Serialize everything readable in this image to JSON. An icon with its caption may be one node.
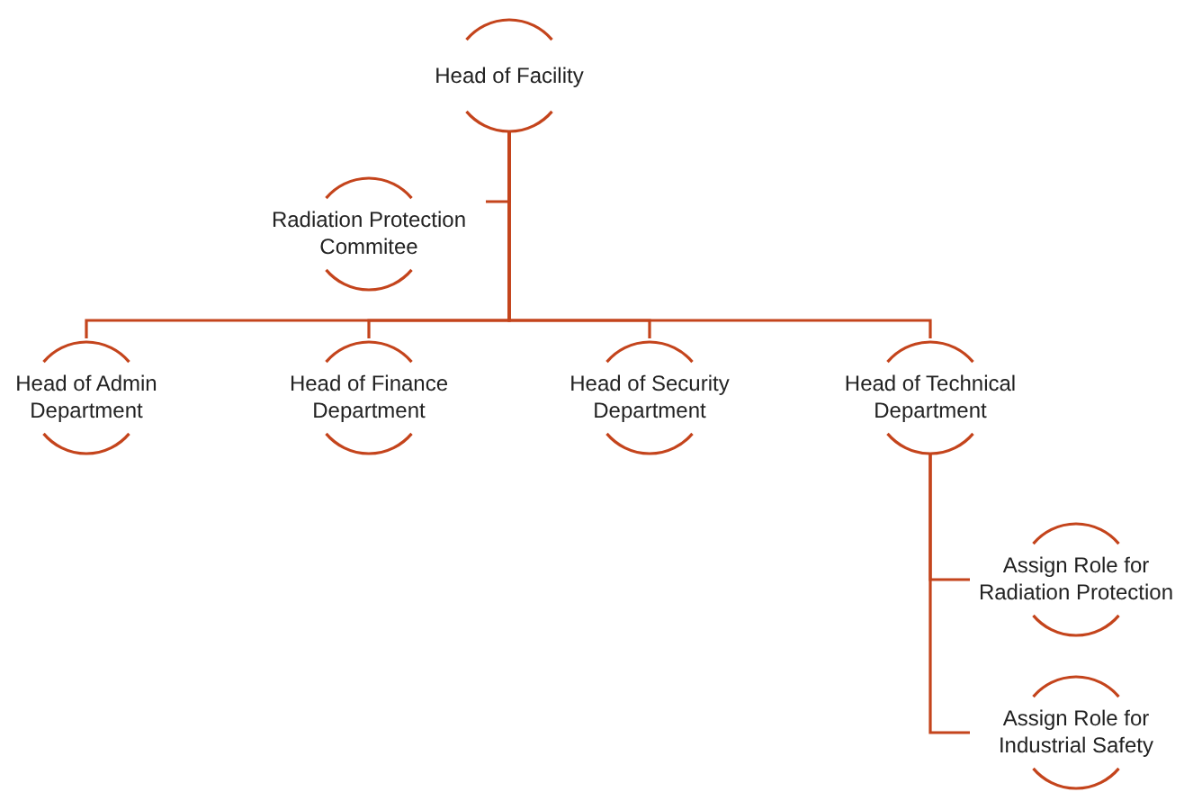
{
  "diagram": {
    "nodes": [
      {
        "text": [
          "Head of Facility"
        ]
      },
      {
        "text": [
          "Radiation Protection Commitee"
        ]
      },
      {
        "text": [
          "Head of Admin Department"
        ]
      },
      {
        "text": [
          "Head of Finance Department"
        ]
      },
      {
        "text": [
          "Head of Security Department"
        ]
      },
      {
        "text": [
          "Head of Technical Department"
        ]
      },
      {
        "text": [
          "Assign Role for Radiation Protection"
        ]
      },
      {
        "text": [
          "Assign Role for Industrial Safety"
        ]
      }
    ],
    "edges": [
      {
        "from": 0,
        "to": 1,
        "arrow": "none"
      },
      {
        "from": 0,
        "to": 2,
        "arrow": "none"
      },
      {
        "from": 0,
        "to": 3,
        "arrow": "none"
      },
      {
        "from": 0,
        "to": 4,
        "arrow": "none"
      },
      {
        "from": 0,
        "to": 5,
        "arrow": "none"
      },
      {
        "from": 5,
        "to": 6,
        "arrow": "none"
      },
      {
        "from": 5,
        "to": 7,
        "arrow": "none"
      }
    ]
  }
}
